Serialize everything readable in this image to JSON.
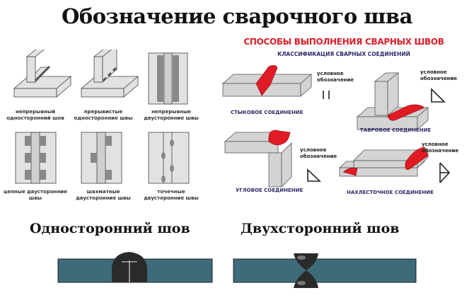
{
  "title": "Обозначение сварочного шва",
  "left_grid": [
    {
      "label": "непрерывный односторонний шов"
    },
    {
      "label": "прерывистые односторонние швы"
    },
    {
      "label": "непрерывные двусторонние швы"
    },
    {
      "label": "цепные двусторонние швы"
    },
    {
      "label": "шахматные двусторонние швы"
    },
    {
      "label": "точечные двусторонние швы"
    }
  ],
  "right_panel": {
    "title": "СПОСОБЫ ВЫПОЛНЕНИЯ СВАРНЫХ ШВОВ",
    "subtitle": "КЛАССИФИКАЦИЯ СВАРНЫХ СОЕДИНЕНИЙ",
    "symbol_label": "условное обозначение",
    "joints": [
      {
        "label": "СТЫКОВОЕ СОЕДИНЕНИЕ"
      },
      {
        "label": "ТАВРОВОЕ СОЕДИНЕНИЕ"
      },
      {
        "label": "УГЛОВОЕ СОЕДИНЕНИЕ"
      },
      {
        "label": "НАХЛЕСТОЧНОЕ СОЕДИНЕНИЕ"
      }
    ]
  },
  "bottom": {
    "one_sided": "Односторонний шов",
    "two_sided": "Двухсторонний шов"
  },
  "colors": {
    "weld_red": "#e01b24",
    "subtitle_navy": "#2b2a6a",
    "plate": "#3e6b7a",
    "plate_gray": "#d4d4d4"
  }
}
